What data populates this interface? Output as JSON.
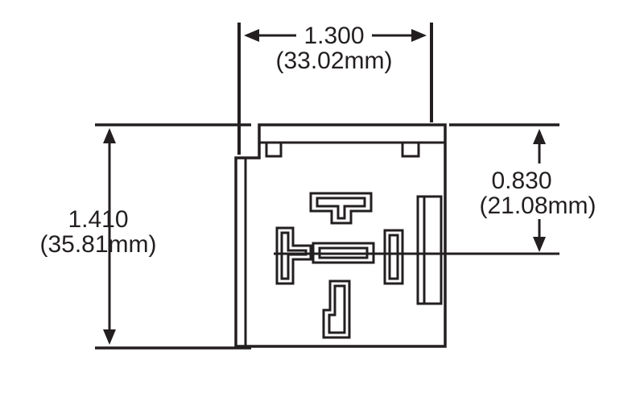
{
  "diagram": {
    "type": "mechanical-dimension-drawing",
    "subject": "relay-connector-footprint-bottom-view",
    "colors": {
      "line": "#231f20",
      "background": "#ffffff"
    },
    "dimensions": {
      "width": {
        "inches": "1.300",
        "metric": "(33.02mm)"
      },
      "height": {
        "inches": "1.410",
        "metric": "(35.81mm)"
      },
      "right_offset": {
        "inches": "0.830",
        "metric": "(21.08mm)"
      }
    }
  }
}
